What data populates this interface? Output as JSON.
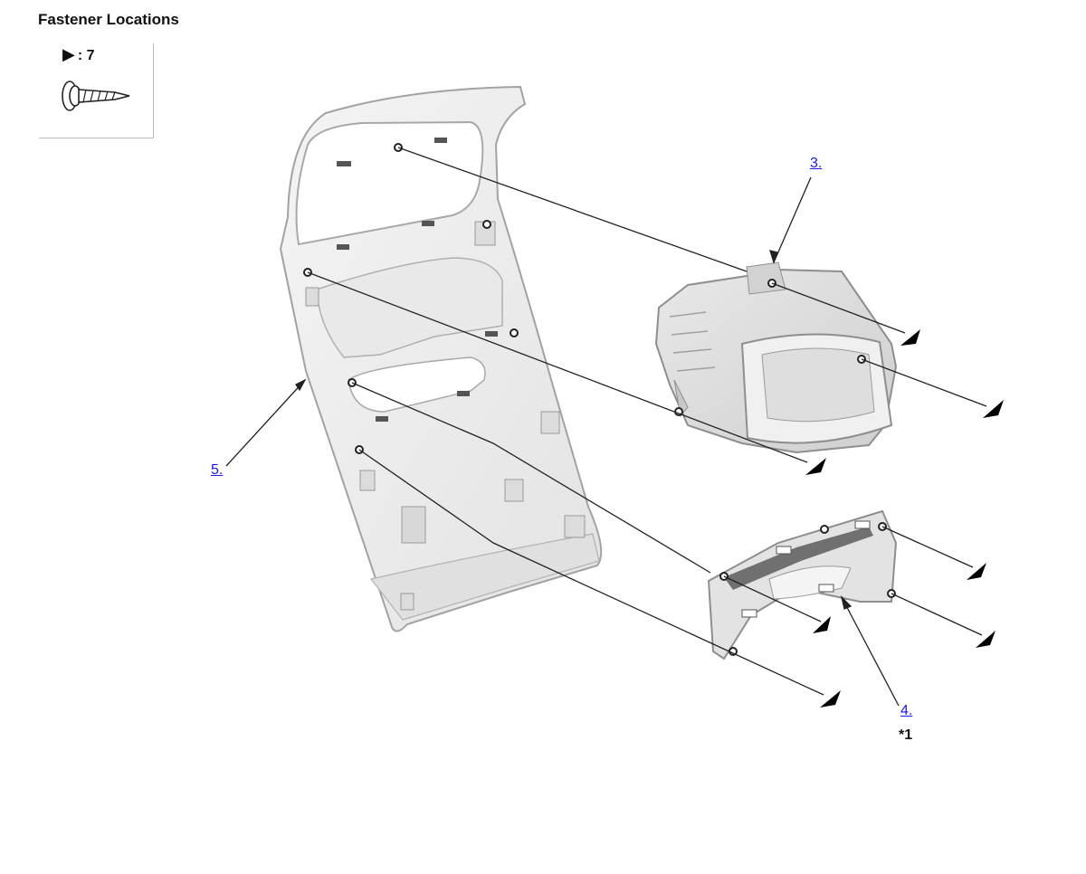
{
  "title": "Fastener Locations",
  "legend": {
    "symbol_icon": "fastener-triangle-icon",
    "count_label": ": 7",
    "screw_icon": "screw-icon"
  },
  "callouts": {
    "part3": "3.",
    "part4": "4.",
    "part5": "5."
  },
  "note": "*1",
  "colors": {
    "link": "#1a1aee",
    "panel": "#ececec",
    "outline": "#9a9a9a",
    "line": "#222222"
  }
}
